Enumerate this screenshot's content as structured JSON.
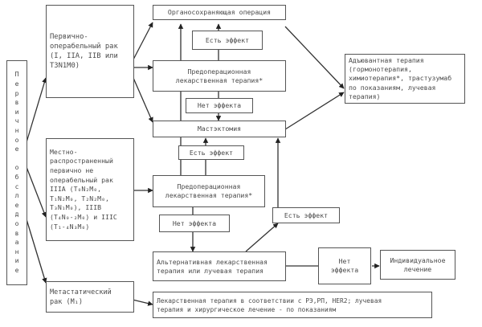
{
  "diagram": {
    "initial_exam": {
      "label": "Первичное обследование",
      "letters": [
        "П",
        "е",
        "р",
        "в",
        "и",
        "ч",
        "н",
        "о",
        "е",
        " ",
        "о",
        "б",
        "с",
        "л",
        "е",
        "д",
        "о",
        "в",
        "а",
        "н",
        "и",
        "е"
      ]
    },
    "branches": {
      "operable": "Первично-\nоперабельный рак\n(I, IIA, IIB или\nT3N1M0)",
      "locally_advanced": "Местно-\nраспространенный\nпервично не\nоперабельный рак\nIIIA (T₀N₂M₀,\nT₁N₂M₀, T₂N₂M₀,\nT₃N₁M₀), IIIB\n(T₄N₀-₂M₀) и IIIC\n(T₁-₄N₃M₀)",
      "metastatic": "Метастатический\nрак (M₁)"
    },
    "nodes": {
      "organ_sparing": "Органосохраняющая операция",
      "effect_yes_1": "Есть эффект",
      "preop_therapy_1": "Предоперационная\nлекарственная терапия*",
      "effect_no_1": "Нет эффекта",
      "mastectomy": "Мастэктомия",
      "effect_yes_2": "Есть эффект",
      "preop_therapy_2": "Предоперационная\nлекарственная терапия*",
      "effect_no_2": "Нет эффекта",
      "effect_yes_3": "Есть эффект",
      "alternative_therapy": "Альтернативная лекарственная\nтерапия или лучевая терапия",
      "effect_no_3": "Нет\nэффекта",
      "individual": "Индивидуальное\nлечение",
      "adjuvant": "Адъювантная терапия\n(гормонотерапия,\nхимиотерапия*, трастузумаб\nпо показаниям, лучевая\nтерапия)",
      "metastatic_therapy": "Лекарственная терапия в соответствии с РЭ,РП, HER2; лучевая\nтерапия и хирургическое лечение - по показаниям"
    }
  }
}
